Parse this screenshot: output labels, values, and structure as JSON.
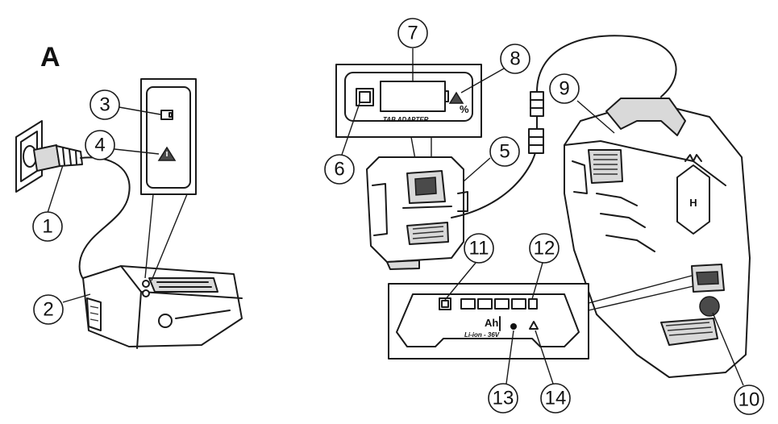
{
  "figure": {
    "panel_letter": "A",
    "adapter_display_label": "TAB ADAPTER",
    "battery_panel_unit": "Ah",
    "battery_panel_spec": "Li-ion - 36V",
    "percent_sign": "%"
  },
  "callouts": [
    "1",
    "2",
    "3",
    "4",
    "5",
    "6",
    "7",
    "8",
    "9",
    "10",
    "11",
    "12",
    "13",
    "14"
  ]
}
